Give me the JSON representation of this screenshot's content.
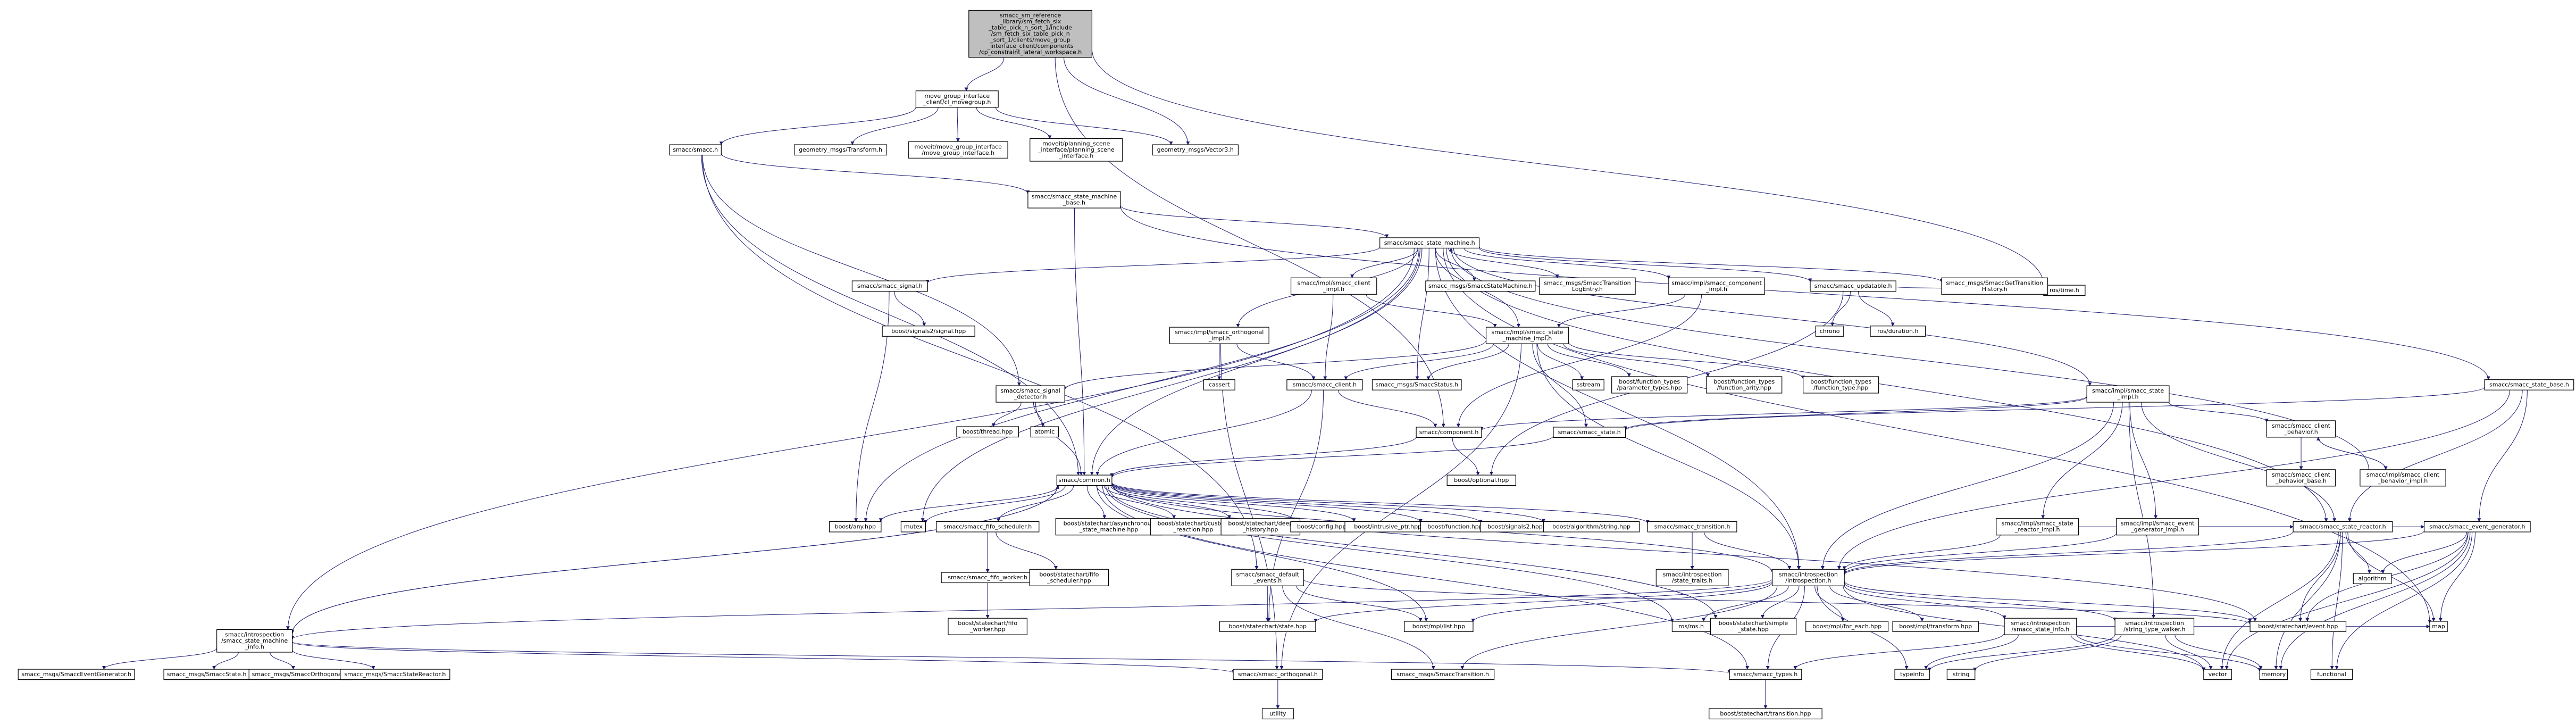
{
  "colors": {
    "root_fill": "#bfbfbf",
    "node_fill": "#ffffff",
    "node_plain": "#ffffff",
    "edge": "#191970"
  },
  "nodes": [
    {
      "id": "root",
      "lines": [
        "smacc_sm_reference",
        "_library/sm_fetch_six",
        "_table_pick_n_sort_1/include",
        "/sm_fetch_six_table_pick_n",
        "_sort_1/clients/move_group",
        "_interface_client/components",
        "/cp_constraint_lateral_workspace.h"
      ],
      "root": true
    },
    {
      "id": "mgi",
      "lines": [
        "move_group_interface",
        "_client/cl_movegroup.h"
      ],
      "boxed": true
    },
    {
      "id": "smacc_h",
      "lines": [
        "smacc/smacc.h"
      ],
      "boxed": true
    },
    {
      "id": "geo_tf",
      "lines": [
        "geometry_msgs/Transform.h"
      ]
    },
    {
      "id": "moveit_mgi",
      "lines": [
        "moveit/move_group_interface",
        "/move_group_interface.h"
      ]
    },
    {
      "id": "moveit_psi",
      "lines": [
        "moveit/planning_scene",
        "_interface/planning_scene",
        "_interface.h"
      ]
    },
    {
      "id": "geo_v3",
      "lines": [
        "geometry_msgs/Vector3.h"
      ]
    },
    {
      "id": "ros_time",
      "lines": [
        "ros/time.h"
      ]
    },
    {
      "id": "sm_base",
      "lines": [
        "smacc/smacc_state_machine",
        "_base.h"
      ],
      "boxed": true
    },
    {
      "id": "sm_h",
      "lines": [
        "smacc/smacc_state_machine.h"
      ],
      "boxed": true
    },
    {
      "id": "signal_h",
      "lines": [
        "smacc/smacc_signal.h"
      ],
      "boxed": true
    },
    {
      "id": "boost_sig2_sig",
      "lines": [
        "boost/signals2/signal.hpp"
      ]
    },
    {
      "id": "client_impl",
      "lines": [
        "smacc/impl/smacc_client",
        "_impl.h"
      ],
      "boxed": true
    },
    {
      "id": "msgs_sm",
      "lines": [
        "smacc_msgs/SmaccStateMachine.h"
      ]
    },
    {
      "id": "msgs_trans_log",
      "lines": [
        "smacc_msgs/SmaccTransition",
        "LogEntry.h"
      ]
    },
    {
      "id": "comp_impl",
      "lines": [
        "smacc/impl/smacc_component",
        "_impl.h"
      ],
      "boxed": true
    },
    {
      "id": "updatable",
      "lines": [
        "smacc/smacc_updatable.h"
      ],
      "boxed": true
    },
    {
      "id": "msgs_gth",
      "lines": [
        "smacc_msgs/SmaccGetTransition",
        "History.h"
      ]
    },
    {
      "id": "orth_impl",
      "lines": [
        "smacc/impl/smacc_orthogonal",
        "_impl.h"
      ],
      "boxed": true
    },
    {
      "id": "sm_impl",
      "lines": [
        "smacc/impl/smacc_state",
        "_machine_impl.h"
      ],
      "boxed": true
    },
    {
      "id": "chrono",
      "lines": [
        "chrono"
      ]
    },
    {
      "id": "ros_dur",
      "lines": [
        "ros/duration.h"
      ]
    },
    {
      "id": "sig_det",
      "lines": [
        "smacc/smacc_signal",
        "_detector.h"
      ],
      "boxed": true
    },
    {
      "id": "cassert",
      "lines": [
        "cassert"
      ]
    },
    {
      "id": "client_h",
      "lines": [
        "smacc/smacc_client.h"
      ],
      "boxed": true
    },
    {
      "id": "msgs_status",
      "lines": [
        "smacc_msgs/SmaccStatus.h"
      ]
    },
    {
      "id": "sstream",
      "lines": [
        "sstream"
      ]
    },
    {
      "id": "ft_param",
      "lines": [
        "boost/function_types",
        "/parameter_types.hpp"
      ]
    },
    {
      "id": "ft_arity",
      "lines": [
        "boost/function_types",
        "/function_arity.hpp"
      ]
    },
    {
      "id": "ft_type",
      "lines": [
        "boost/function_types",
        "/function_type.hpp"
      ]
    },
    {
      "id": "state_impl",
      "lines": [
        "smacc/impl/smacc_state",
        "_impl.h"
      ],
      "boxed": true
    },
    {
      "id": "state_base",
      "lines": [
        "smacc/smacc_state_base.h"
      ],
      "boxed": true
    },
    {
      "id": "boost_thread",
      "lines": [
        "boost/thread.hpp"
      ]
    },
    {
      "id": "atomic",
      "lines": [
        "atomic"
      ]
    },
    {
      "id": "component_h",
      "lines": [
        "smacc/component.h"
      ],
      "boxed": true
    },
    {
      "id": "state_h",
      "lines": [
        "smacc/smacc_state.h"
      ],
      "boxed": true
    },
    {
      "id": "client_beh",
      "lines": [
        "smacc/smacc_client",
        "_behavior.h"
      ],
      "boxed": true
    },
    {
      "id": "boost_optional",
      "lines": [
        "boost/optional.hpp"
      ]
    },
    {
      "id": "cb_base",
      "lines": [
        "smacc/smacc_client",
        "_behavior_base.h"
      ]
    },
    {
      "id": "cb_impl",
      "lines": [
        "smacc/impl/smacc_client",
        "_behavior_impl.h"
      ],
      "boxed": true
    },
    {
      "id": "common_h",
      "lines": [
        "smacc/common.h"
      ],
      "boxed": true
    },
    {
      "id": "boost_any",
      "lines": [
        "boost/any.hpp"
      ]
    },
    {
      "id": "mutex",
      "lines": [
        "mutex"
      ]
    },
    {
      "id": "fifo_sched",
      "lines": [
        "smacc/smacc_fifo_scheduler.h"
      ],
      "boxed": true
    },
    {
      "id": "sc_async",
      "lines": [
        "boost/statechart/asynchronous",
        "_state_machine.hpp"
      ]
    },
    {
      "id": "sc_custom",
      "lines": [
        "boost/statechart/custom",
        "_reaction.hpp"
      ]
    },
    {
      "id": "sc_deep",
      "lines": [
        "boost/statechart/deep",
        "_history.hpp"
      ]
    },
    {
      "id": "boost_config",
      "lines": [
        "boost/config.hpp"
      ]
    },
    {
      "id": "intrusive",
      "lines": [
        "boost/intrusive_ptr.hpp"
      ]
    },
    {
      "id": "b_function",
      "lines": [
        "boost/function.hpp"
      ]
    },
    {
      "id": "b_signals2",
      "lines": [
        "boost/signals2.hpp"
      ]
    },
    {
      "id": "b_algo_str",
      "lines": [
        "boost/algorithm/string.hpp"
      ]
    },
    {
      "id": "transition_h",
      "lines": [
        "smacc/smacc_transition.h"
      ],
      "boxed": true
    },
    {
      "id": "sreactor_impl",
      "lines": [
        "smacc/impl/smacc_state",
        "_reactor_impl.h"
      ],
      "boxed": true
    },
    {
      "id": "evgen_impl",
      "lines": [
        "smacc/impl/smacc_event",
        "_generator_impl.h"
      ],
      "boxed": true
    },
    {
      "id": "state_reactor",
      "lines": [
        "smacc/smacc_state_reactor.h"
      ],
      "boxed": true
    },
    {
      "id": "event_gen",
      "lines": [
        "smacc/smacc_event_generator.h"
      ],
      "boxed": true
    },
    {
      "id": "fifo_worker",
      "lines": [
        "smacc/smacc_fifo_worker.h"
      ],
      "boxed": true
    },
    {
      "id": "sc_fifo_sched",
      "lines": [
        "boost/statechart/fifo",
        "_scheduler.hpp"
      ]
    },
    {
      "id": "default_events",
      "lines": [
        "smacc/smacc_default",
        "_events.h"
      ],
      "boxed": true
    },
    {
      "id": "intro_traits",
      "lines": [
        "smacc/introspection",
        "/state_traits.h"
      ],
      "boxed": true
    },
    {
      "id": "intro_h",
      "lines": [
        "smacc/introspection",
        "/introspection.h"
      ],
      "boxed": true
    },
    {
      "id": "sc_fifo_worker",
      "lines": [
        "boost/statechart/fifo",
        "_worker.hpp"
      ]
    },
    {
      "id": "intro_smi",
      "lines": [
        "smacc/introspection",
        "/smacc_state_machine",
        "_info.h"
      ],
      "boxed": true
    },
    {
      "id": "sc_state",
      "lines": [
        "boost/statechart/state.hpp"
      ]
    },
    {
      "id": "mpl_list",
      "lines": [
        "boost/mpl/list.hpp"
      ]
    },
    {
      "id": "ros_h",
      "lines": [
        "ros/ros.h"
      ]
    },
    {
      "id": "sc_simple",
      "lines": [
        "boost/statechart/simple",
        "_state.hpp"
      ]
    },
    {
      "id": "mpl_foreach",
      "lines": [
        "boost/mpl/for_each.hpp"
      ]
    },
    {
      "id": "mpl_transform",
      "lines": [
        "boost/mpl/transform.hpp"
      ]
    },
    {
      "id": "intro_ssi",
      "lines": [
        "smacc/introspection",
        "/smacc_state_info.h"
      ],
      "boxed": true
    },
    {
      "id": "intro_stw",
      "lines": [
        "smacc/introspection",
        "/string_type_walker.h"
      ],
      "boxed": true
    },
    {
      "id": "sc_event",
      "lines": [
        "boost/statechart/event.hpp"
      ]
    },
    {
      "id": "map",
      "lines": [
        "map"
      ]
    },
    {
      "id": "algorithm",
      "lines": [
        "algorithm"
      ]
    },
    {
      "id": "m_evgen",
      "lines": [
        "smacc_msgs/SmaccEventGenerator.h"
      ]
    },
    {
      "id": "m_state",
      "lines": [
        "smacc_msgs/SmaccState.h"
      ]
    },
    {
      "id": "m_orth",
      "lines": [
        "smacc_msgs/SmaccOrthogonal.h"
      ]
    },
    {
      "id": "m_sr",
      "lines": [
        "smacc_msgs/SmaccStateReactor.h"
      ]
    },
    {
      "id": "orthogonal_h",
      "lines": [
        "smacc/smacc_orthogonal.h"
      ],
      "boxed": true
    },
    {
      "id": "m_trans",
      "lines": [
        "smacc_msgs/SmaccTransition.h"
      ]
    },
    {
      "id": "types_h",
      "lines": [
        "smacc/smacc_types.h"
      ],
      "boxed": true
    },
    {
      "id": "typeinfo",
      "lines": [
        "typeinfo"
      ]
    },
    {
      "id": "string",
      "lines": [
        "string"
      ]
    },
    {
      "id": "vector",
      "lines": [
        "vector"
      ]
    },
    {
      "id": "memory",
      "lines": [
        "memory"
      ]
    },
    {
      "id": "functional",
      "lines": [
        "functional"
      ]
    },
    {
      "id": "utility",
      "lines": [
        "utility"
      ]
    },
    {
      "id": "sc_transition",
      "lines": [
        "boost/statechart/transition.hpp"
      ]
    }
  ],
  "edges": [
    [
      "root",
      "mgi"
    ],
    [
      "root",
      "geo_v3"
    ],
    [
      "root",
      "ros_time"
    ],
    [
      "root",
      "component_h"
    ],
    [
      "mgi",
      "smacc_h"
    ],
    [
      "mgi",
      "geo_tf"
    ],
    [
      "mgi",
      "moveit_mgi"
    ],
    [
      "mgi",
      "moveit_psi"
    ],
    [
      "mgi",
      "geo_v3"
    ],
    [
      "smacc_h",
      "sm_base"
    ],
    [
      "smacc_h",
      "sig_det"
    ],
    [
      "smacc_h",
      "common_h"
    ],
    [
      "smacc_h",
      "default_events"
    ],
    [
      "sm_base",
      "sm_h"
    ],
    [
      "sm_base",
      "state_base"
    ],
    [
      "sm_base",
      "common_h"
    ],
    [
      "sm_h",
      "signal_h"
    ],
    [
      "sm_h",
      "client_impl"
    ],
    [
      "sm_h",
      "msgs_sm"
    ],
    [
      "sm_h",
      "msgs_trans_log"
    ],
    [
      "sm_h",
      "comp_impl"
    ],
    [
      "sm_h",
      "updatable"
    ],
    [
      "sm_h",
      "msgs_gth"
    ],
    [
      "sm_h",
      "orth_impl"
    ],
    [
      "sm_h",
      "sm_impl"
    ],
    [
      "sm_h",
      "state_impl"
    ],
    [
      "sm_h",
      "msgs_status"
    ],
    [
      "sm_h",
      "common_h"
    ],
    [
      "sm_h",
      "intro_h"
    ],
    [
      "sm_h",
      "intro_smi"
    ],
    [
      "sm_h",
      "boost_any"
    ],
    [
      "sm_h",
      "map"
    ],
    [
      "sm_h",
      "state_reactor"
    ],
    [
      "sm_h",
      "mutex"
    ],
    [
      "signal_h",
      "boost_sig2_sig"
    ],
    [
      "signal_h",
      "boost_any"
    ],
    [
      "client_impl",
      "client_h"
    ],
    [
      "client_impl",
      "sm_impl"
    ],
    [
      "comp_impl",
      "component_h"
    ],
    [
      "comp_impl",
      "sm_impl"
    ],
    [
      "updatable",
      "chrono"
    ],
    [
      "updatable",
      "ros_dur"
    ],
    [
      "updatable",
      "ros_time"
    ],
    [
      "updatable",
      "boost_optional"
    ],
    [
      "orth_impl",
      "cassert"
    ],
    [
      "orth_impl",
      "client_h"
    ],
    [
      "orth_impl",
      "orthogonal_h"
    ],
    [
      "sm_impl",
      "sig_det"
    ],
    [
      "sm_impl",
      "client_h"
    ],
    [
      "sm_impl",
      "msgs_status"
    ],
    [
      "sm_impl",
      "sstream"
    ],
    [
      "sm_impl",
      "ft_param"
    ],
    [
      "sm_impl",
      "ft_arity"
    ],
    [
      "sm_impl",
      "ft_type"
    ],
    [
      "sm_impl",
      "state_h"
    ],
    [
      "sm_impl",
      "intro_h"
    ],
    [
      "sm_impl",
      "orthogonal_h"
    ],
    [
      "sig_det",
      "boost_thread"
    ],
    [
      "sig_det",
      "atomic"
    ],
    [
      "sig_det",
      "common_h"
    ],
    [
      "client_h",
      "common_h"
    ],
    [
      "client_h",
      "component_h"
    ],
    [
      "client_h",
      "sc_state"
    ],
    [
      "state_impl",
      "state_h"
    ],
    [
      "state_impl",
      "client_beh"
    ],
    [
      "state_impl",
      "sreactor_impl"
    ],
    [
      "state_impl",
      "evgen_impl"
    ],
    [
      "state_impl",
      "state_reactor"
    ],
    [
      "state_impl",
      "intro_h"
    ],
    [
      "state_impl",
      "intro_stw"
    ],
    [
      "state_impl",
      "component_h"
    ],
    [
      "state_base",
      "state_h"
    ],
    [
      "state_base",
      "state_reactor"
    ],
    [
      "state_base",
      "event_gen"
    ],
    [
      "state_base",
      "intro_h"
    ],
    [
      "component_h",
      "common_h"
    ],
    [
      "component_h",
      "boost_optional"
    ],
    [
      "state_h",
      "common_h"
    ],
    [
      "client_beh",
      "cb_base"
    ],
    [
      "client_beh",
      "cb_impl"
    ],
    [
      "cb_impl",
      "client_beh"
    ],
    [
      "cb_impl",
      "sm_h"
    ],
    [
      "common_h",
      "boost_any"
    ],
    [
      "common_h",
      "mutex"
    ],
    [
      "common_h",
      "fifo_sched"
    ],
    [
      "common_h",
      "sc_async"
    ],
    [
      "common_h",
      "sc_custom"
    ],
    [
      "common_h",
      "sc_deep"
    ],
    [
      "common_h",
      "boost_config"
    ],
    [
      "common_h",
      "intrusive"
    ],
    [
      "common_h",
      "b_function"
    ],
    [
      "common_h",
      "b_signals2"
    ],
    [
      "common_h",
      "b_algo_str"
    ],
    [
      "common_h",
      "transition_h"
    ],
    [
      "common_h",
      "intro_h"
    ],
    [
      "common_h",
      "ros_h"
    ],
    [
      "common_h",
      "sc_event"
    ],
    [
      "common_h",
      "types_h"
    ],
    [
      "common_h",
      "intro_smi"
    ],
    [
      "common_h",
      "sc_simple"
    ],
    [
      "common_h",
      "mpl_list"
    ],
    [
      "fifo_sched",
      "fifo_worker"
    ],
    [
      "fifo_sched",
      "sc_fifo_sched"
    ],
    [
      "fifo_worker",
      "sc_fifo_worker"
    ],
    [
      "transition_h",
      "intro_traits"
    ],
    [
      "transition_h",
      "intro_h"
    ],
    [
      "sreactor_impl",
      "state_reactor"
    ],
    [
      "sreactor_impl",
      "intro_h"
    ],
    [
      "evgen_impl",
      "event_gen"
    ],
    [
      "evgen_impl",
      "intro_h"
    ],
    [
      "state_reactor",
      "intro_h"
    ],
    [
      "state_reactor",
      "sc_event"
    ],
    [
      "state_reactor",
      "algorithm"
    ],
    [
      "state_reactor",
      "map"
    ],
    [
      "state_reactor",
      "vector"
    ],
    [
      "state_reactor",
      "memory"
    ],
    [
      "state_reactor",
      "functional"
    ],
    [
      "event_gen",
      "intro_h"
    ],
    [
      "event_gen",
      "sc_event"
    ],
    [
      "event_gen",
      "algorithm"
    ],
    [
      "event_gen",
      "map"
    ],
    [
      "event_gen",
      "vector"
    ],
    [
      "event_gen",
      "memory"
    ],
    [
      "event_gen",
      "functional"
    ],
    [
      "default_events",
      "sc_state"
    ],
    [
      "default_events",
      "sc_event"
    ],
    [
      "default_events",
      "m_trans"
    ],
    [
      "default_events",
      "mpl_list"
    ],
    [
      "intro_h",
      "intro_smi"
    ],
    [
      "intro_h",
      "sc_state"
    ],
    [
      "intro_h",
      "mpl_list"
    ],
    [
      "intro_h",
      "ros_h"
    ],
    [
      "intro_h",
      "sc_simple"
    ],
    [
      "intro_h",
      "mpl_foreach"
    ],
    [
      "intro_h",
      "mpl_transform"
    ],
    [
      "intro_h",
      "intro_ssi"
    ],
    [
      "intro_h",
      "intro_stw"
    ],
    [
      "intro_h",
      "sc_event"
    ],
    [
      "intro_h",
      "types_h"
    ],
    [
      "intro_h",
      "typeinfo"
    ],
    [
      "intro_h",
      "m_trans"
    ],
    [
      "intro_h",
      "vector"
    ],
    [
      "intro_smi",
      "m_evgen"
    ],
    [
      "intro_smi",
      "m_state"
    ],
    [
      "intro_smi",
      "m_orth"
    ],
    [
      "intro_smi",
      "m_sr"
    ],
    [
      "intro_smi",
      "orthogonal_h"
    ],
    [
      "intro_smi",
      "common_h"
    ],
    [
      "intro_smi",
      "types_h"
    ],
    [
      "intro_ssi",
      "types_h"
    ],
    [
      "intro_ssi",
      "memory"
    ],
    [
      "intro_ssi",
      "vector"
    ],
    [
      "intro_ssi",
      "map"
    ],
    [
      "intro_ssi",
      "typeinfo"
    ],
    [
      "intro_stw",
      "string"
    ],
    [
      "intro_stw",
      "vector"
    ],
    [
      "intro_stw",
      "memory"
    ],
    [
      "intro_stw",
      "typeinfo"
    ],
    [
      "orthogonal_h",
      "utility"
    ],
    [
      "types_h",
      "sc_transition"
    ]
  ]
}
